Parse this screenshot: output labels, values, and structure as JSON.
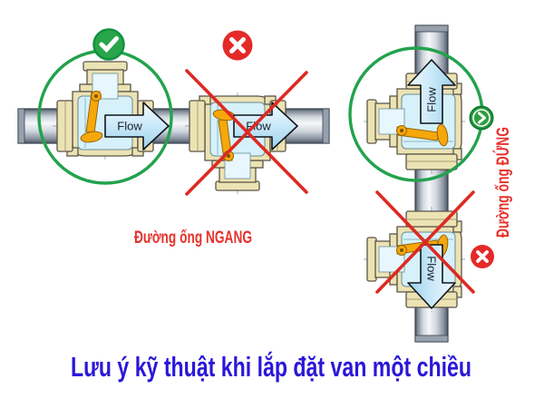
{
  "title": {
    "text": "Lưu ý kỹ thuật khi lắp đặt van một chiều",
    "color": "#2a17d8"
  },
  "labels": {
    "horizontal_pipe": "Đường ống NGANG",
    "vertical_pipe": "Đường ống ĐỨNG",
    "flow": "Flow"
  },
  "badges": {
    "correct_horizontal": "check-icon",
    "incorrect_horizontal": "x-icon",
    "correct_vertical": "chevron-right-icon",
    "incorrect_vertical": "x-icon"
  },
  "colors": {
    "correct_green": "#23a24d",
    "badge_green": "#2aa54b",
    "incorrect_red": "#dd2a23",
    "badge_red": "#e42a28",
    "label_red": "#e6322c",
    "title_blue": "#2a17d8",
    "valve_body_cream": "#ece3b4",
    "valve_interior_blue": "#d6f1fa",
    "clapper_orange": "#f6a70a",
    "pipe_gray": "#c9d0d8"
  }
}
